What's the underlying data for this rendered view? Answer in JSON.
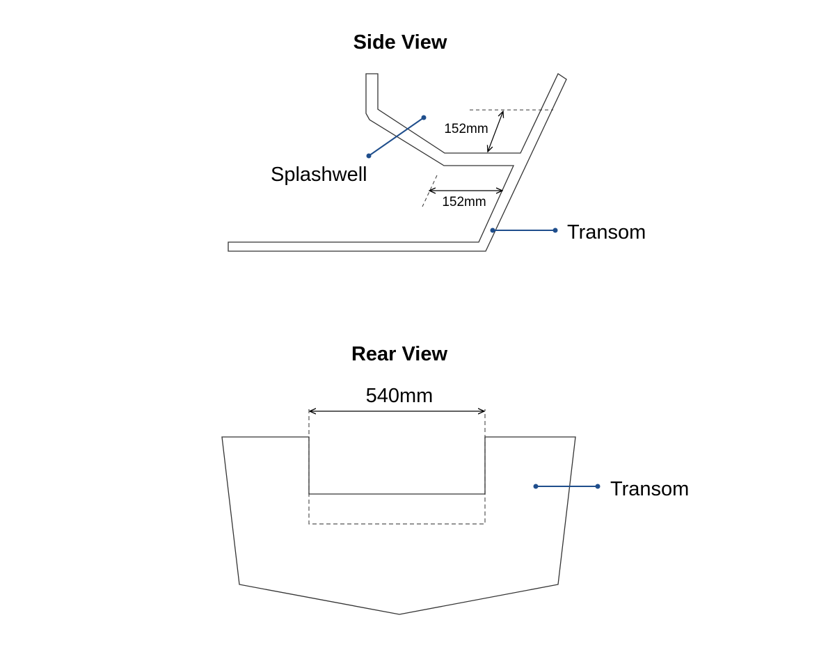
{
  "side_view": {
    "title": "Side View",
    "dimension_top": "152mm",
    "dimension_bottom": "152mm",
    "label_splashwell": "Splashwell",
    "label_transom": "Transom"
  },
  "rear_view": {
    "title": "Rear View",
    "dimension_width": "540mm",
    "label_transom": "Transom"
  },
  "colors": {
    "line": "#333333",
    "leader": "#1f4e8c"
  }
}
